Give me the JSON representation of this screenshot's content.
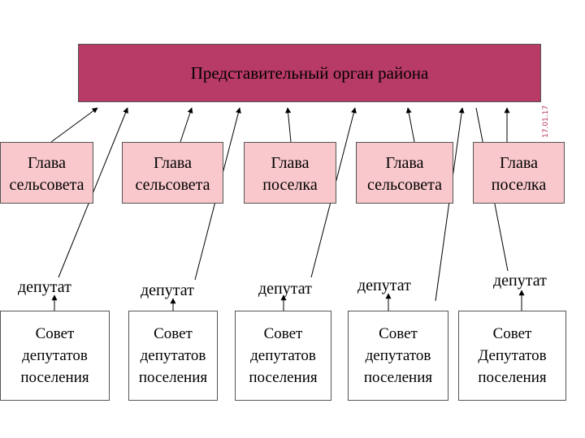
{
  "colors": {
    "top_fill": "#b83a66",
    "head_fill": "#f9c8cc",
    "council_fill": "#ffffff",
    "line": "#000000",
    "date_text": "#b83a66"
  },
  "top_box": {
    "label": "Представительный орган района"
  },
  "heads": [
    {
      "label": "Глава\nсельсовета"
    },
    {
      "label": "Глава\nсельсовета"
    },
    {
      "label": "Глава\nпоселка"
    },
    {
      "label": "Глава\nсельсовета"
    },
    {
      "label": "Глава\nпоселка"
    }
  ],
  "deputy_label": "депутат",
  "councils": [
    {
      "label": "Совет\nдепутатов\nпоселения"
    },
    {
      "label": "Совет\nдепутатов\nпоселения"
    },
    {
      "label": "Совет\nдепутатов\nпоселения"
    },
    {
      "label": "Совет\nдепутатов\nпоселения"
    },
    {
      "label": "Совет\nДепутатов\nпоселения"
    }
  ],
  "date_stamp": "17.01.17"
}
